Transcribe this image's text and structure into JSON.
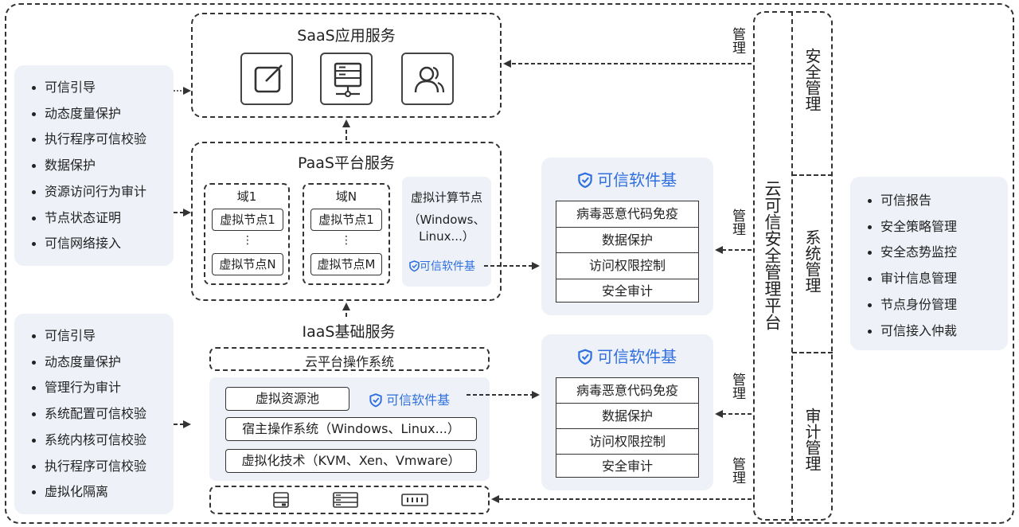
{
  "saas": {
    "title": "SaaS应用服务"
  },
  "paas": {
    "title": "PaaS平台服务",
    "domain1": {
      "title": "域1",
      "node_top": "虚拟节点1",
      "ellipsis": "⋮",
      "node_bottom": "虚拟节点N"
    },
    "domainN": {
      "title": "域N",
      "node_top": "虚拟节点1",
      "ellipsis": "⋮",
      "node_bottom": "虚拟节点M"
    },
    "compute": {
      "line1": "虚拟计算节点",
      "line2": "（Windows、",
      "line3": "Linux...）",
      "base_label": "可信软件基"
    }
  },
  "iaas": {
    "title": "IaaS基础服务",
    "os": "云平台操作系统",
    "pool": "虚拟资源池",
    "base_label": "可信软件基",
    "host_os": "宿主操作系统（Windows、Linux...）",
    "virt": "虚拟化技术（KVM、Xen、Vmware）"
  },
  "left_top_list": [
    "可信引导",
    "动态度量保护",
    "执行程序可信校验",
    "数据保护",
    "资源访问行为审计",
    "节点状态证明",
    "可信网络接入"
  ],
  "left_bottom_list": [
    "可信引导",
    "动态度量保护",
    "管理行为审计",
    "系统配置可信校验",
    "系统内核可信校验",
    "执行程序可信校验",
    "虚拟化隔离"
  ],
  "tsb_top": {
    "title": "可信软件基",
    "items": [
      "病毒恶意代码免疫",
      "数据保护",
      "访问权限控制",
      "安全审计"
    ]
  },
  "tsb_bottom": {
    "title": "可信软件基",
    "items": [
      "病毒恶意代码免疫",
      "数据保护",
      "访问权限控制",
      "安全审计"
    ]
  },
  "manage_label": "管理",
  "platform": {
    "title": "云可信安全管理平台",
    "sections": [
      "安全管理",
      "系统管理",
      "审计管理"
    ]
  },
  "right_list": [
    "可信报告",
    "安全策略管理",
    "安全态势监控",
    "审计信息管理",
    "节点身份管理",
    "可信接入仲裁"
  ],
  "colors": {
    "accent": "#2f6fe0",
    "panel": "#eef2f8",
    "stroke": "#333333"
  }
}
